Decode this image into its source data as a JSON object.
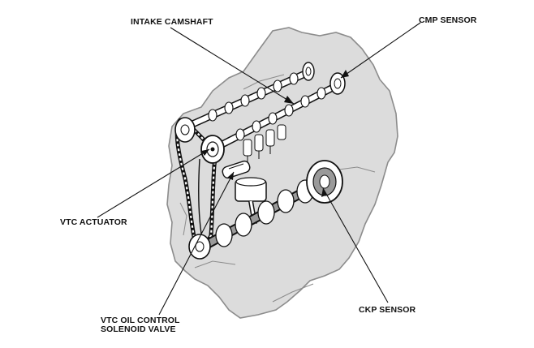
{
  "labels": {
    "intake_camshaft": "INTAKE CAMSHAFT",
    "cmp_sensor": "CMP SENSOR",
    "vtc_actuator": "VTC ACTUATOR",
    "ckp_sensor": "CKP SENSOR",
    "vtc_oil_control_line1": "VTC OIL CONTROL",
    "vtc_oil_control_line2": "SOLENOID VALVE"
  },
  "colors": {
    "engine_fill": "#dcdcdc",
    "engine_outline": "#8c8c8c",
    "line": "#111111",
    "component_fill": "#ffffff",
    "shade": "#9a9a9a"
  }
}
